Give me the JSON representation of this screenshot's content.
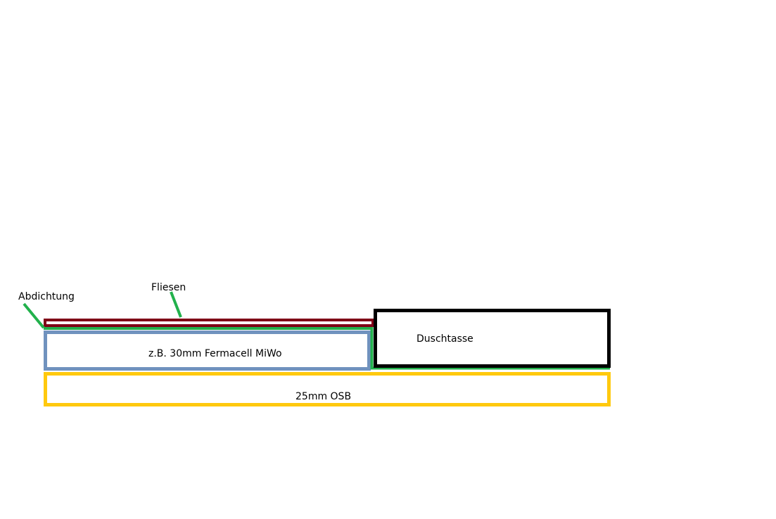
{
  "labels": {
    "waterproofing": "Abdichtung",
    "tiles": "Fliesen",
    "fermacell": "z.B. 30mm Fermacell MiWo",
    "shower_tray": "Duschtasse",
    "osb": "25mm OSB"
  },
  "colors": {
    "tiles": "#7f0016",
    "waterproofing": "#22b14c",
    "fermacell": "#7092be",
    "osb": "#ffc90e",
    "shower_tray": "#000000"
  }
}
